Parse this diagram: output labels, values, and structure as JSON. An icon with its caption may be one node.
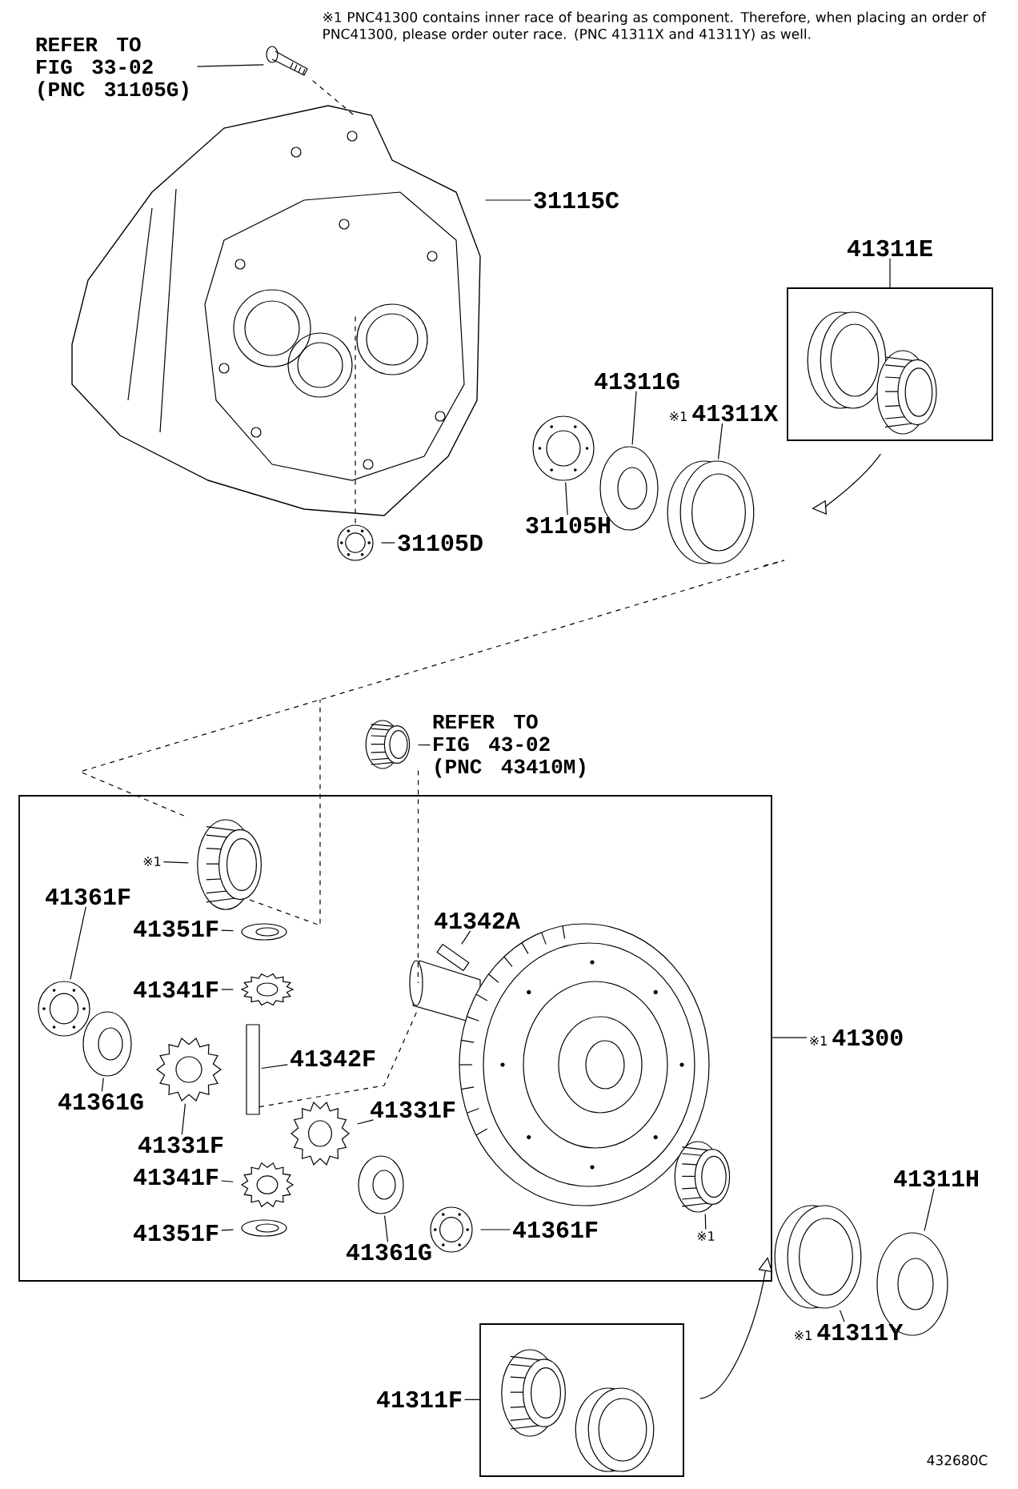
{
  "diagram": {
    "nodes": [
      {
        "text": [
          "REFER TO FIG 33-02 (PNC 31105G)"
        ]
      },
      {
        "text": [],
        "shape": "picture"
      },
      {
        "text": [
          "31115C"
        ]
      },
      {
        "text": [],
        "shape": "picture"
      },
      {
        "text": [
          "41311E"
        ]
      },
      {
        "text": [],
        "shape": "box"
      },
      {
        "text": [],
        "shape": "picture",
        "in": 5
      },
      {
        "text": [],
        "shape": "picture",
        "in": 5
      },
      {
        "text": [
          "41311G"
        ]
      },
      {
        "text": [],
        "shape": "picture"
      },
      {
        "text": [
          "※1",
          "41311X"
        ]
      },
      {
        "text": [],
        "shape": "picture"
      },
      {
        "text": [
          "31105H"
        ]
      },
      {
        "text": [],
        "shape": "picture"
      },
      {
        "text": [
          "31105D"
        ]
      },
      {
        "text": [],
        "shape": "picture"
      },
      {
        "text": [
          "REFER TO FIG 43-02 (PNC 43410M)"
        ]
      },
      {
        "text": [],
        "shape": "picture"
      },
      {
        "text": [],
        "shape": "box"
      },
      {
        "text": [
          "※1"
        ],
        "in": 18
      },
      {
        "text": [],
        "shape": "picture",
        "in": 18
      },
      {
        "text": [
          "41361F"
        ],
        "in": 18
      },
      {
        "text": [],
        "shape": "picture",
        "in": 18
      },
      {
        "text": [
          "41351F"
        ],
        "in": 18
      },
      {
        "text": [],
        "shape": "picture",
        "in": 18
      },
      {
        "text": [
          "41341F"
        ],
        "in": 18
      },
      {
        "text": [],
        "shape": "picture",
        "in": 18
      },
      {
        "text": [
          "41361G"
        ],
        "in": 18
      },
      {
        "text": [],
        "shape": "picture",
        "in": 18
      },
      {
        "text": [
          "41331F"
        ],
        "in": 18
      },
      {
        "text": [],
        "shape": "picture",
        "in": 18
      },
      {
        "text": [
          "41342F"
        ],
        "in": 18
      },
      {
        "text": [],
        "shape": "bar",
        "in": 18
      },
      {
        "text": [
          "41331F"
        ],
        "in": 18
      },
      {
        "text": [],
        "shape": "picture",
        "in": 18
      },
      {
        "text": [
          "41341F"
        ],
        "in": 18
      },
      {
        "text": [],
        "shape": "picture",
        "in": 18
      },
      {
        "text": [
          "41351F"
        ],
        "in": 18
      },
      {
        "text": [],
        "shape": "picture",
        "in": 18
      },
      {
        "text": [
          "41361G"
        ],
        "in": 18
      },
      {
        "text": [],
        "shape": "picture",
        "in": 18
      },
      {
        "text": [
          "41361F"
        ],
        "in": 18
      },
      {
        "text": [],
        "shape": "picture",
        "in": 18
      },
      {
        "text": [
          "41342A"
        ],
        "in": 18
      },
      {
        "text": [],
        "shape": "picture",
        "in": 18
      },
      {
        "text": [
          "※1"
        ],
        "in": 18
      },
      {
        "text": [],
        "shape": "picture",
        "in": 18
      },
      {
        "text": [
          "※1",
          "41300"
        ]
      },
      {
        "text": [
          "41311H"
        ]
      },
      {
        "text": [],
        "shape": "picture"
      },
      {
        "text": [
          "※1",
          "41311Y"
        ]
      },
      {
        "text": [],
        "shape": "picture"
      },
      {
        "text": [
          "41311F"
        ]
      },
      {
        "text": [],
        "shape": "box"
      },
      {
        "text": [],
        "shape": "picture",
        "in": 53
      },
      {
        "text": [],
        "shape": "picture",
        "in": 53
      },
      {
        "text": [],
        "shape": "picture",
        "in": 18
      }
    ],
    "edges": [
      {
        "from": 0,
        "to": 1,
        "arrow": "none"
      },
      {
        "from": 1,
        "to": 3,
        "arrow": "none",
        "style": "dashed"
      },
      {
        "from": 2,
        "to": 3,
        "arrow": "none"
      },
      {
        "from": 4,
        "to": 5,
        "arrow": "none"
      },
      {
        "from": 8,
        "to": 9,
        "arrow": "none"
      },
      {
        "from": 10,
        "to": 11,
        "arrow": "none"
      },
      {
        "from": 12,
        "to": 13,
        "arrow": "none"
      },
      {
        "from": 14,
        "to": 15,
        "arrow": "none"
      },
      {
        "from": 15,
        "to": 3,
        "arrow": "none",
        "style": "dashed"
      },
      {
        "from": 16,
        "to": 17,
        "arrow": "none"
      },
      {
        "from": 11,
        "to": 20,
        "arrow": "none",
        "style": "dashed"
      },
      {
        "from": 19,
        "to": 20,
        "arrow": "none"
      },
      {
        "from": 21,
        "to": 22,
        "arrow": "none"
      },
      {
        "from": 23,
        "to": 24,
        "arrow": "none"
      },
      {
        "from": 25,
        "to": 26,
        "arrow": "none"
      },
      {
        "from": 27,
        "to": 28,
        "arrow": "none"
      },
      {
        "from": 29,
        "to": 30,
        "arrow": "none"
      },
      {
        "from": 31,
        "to": 32,
        "arrow": "none"
      },
      {
        "from": 33,
        "to": 34,
        "arrow": "none"
      },
      {
        "from": 35,
        "to": 36,
        "arrow": "none"
      },
      {
        "from": 37,
        "to": 38,
        "arrow": "none"
      },
      {
        "from": 39,
        "to": 40,
        "arrow": "none"
      },
      {
        "from": 41,
        "to": 42,
        "arrow": "none"
      },
      {
        "from": 43,
        "to": 44,
        "arrow": "none"
      },
      {
        "from": 45,
        "to": 46,
        "arrow": "none"
      },
      {
        "from": 47,
        "to": 18,
        "arrow": "none"
      },
      {
        "from": 48,
        "to": 49,
        "arrow": "none"
      },
      {
        "from": 50,
        "to": 51,
        "arrow": "none"
      },
      {
        "from": 52,
        "to": 53,
        "arrow": "none"
      },
      {
        "from": 5,
        "to": 11,
        "arrow": "to"
      },
      {
        "from": 53,
        "to": 51,
        "arrow": "to"
      },
      {
        "from": 17,
        "to": 56,
        "arrow": "none",
        "style": "dashed"
      },
      {
        "from": 32,
        "to": 56,
        "arrow": "none",
        "style": "dashed"
      }
    ],
    "labels": [
      "※1 PNC41300 contains inner race of bearing as component. Therefore, when placing an order of PNC41300, please order outer race. (PNC 41311X and 41311Y) as well.",
      "432680C"
    ]
  }
}
